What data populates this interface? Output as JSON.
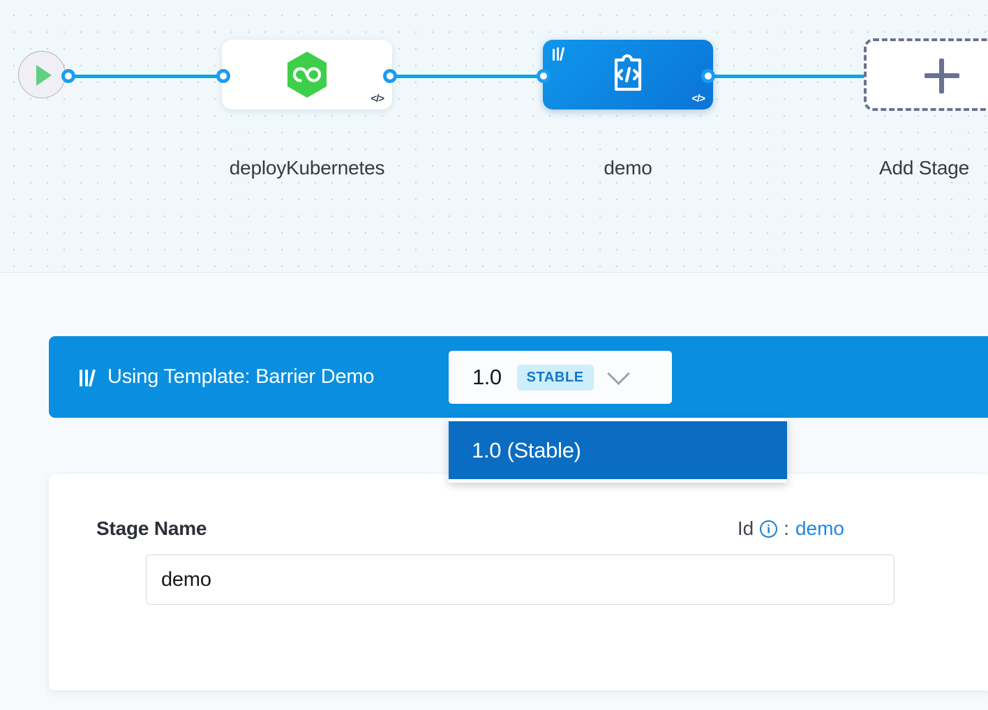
{
  "canvas": {
    "start_node": {
      "icon": "play-icon"
    },
    "nodes": [
      {
        "label": "deployKubernetes",
        "icon": "kubernetes-hexagon-icon",
        "corner_icon": "code-icon",
        "selected": false
      },
      {
        "label": "demo",
        "icon": "template-puzzle-code-icon",
        "corner_icon": "code-icon",
        "template_icon": "template-library-icon",
        "selected": true
      }
    ],
    "add_stage": {
      "label": "Add Stage",
      "icon": "plus-icon"
    }
  },
  "template_bar": {
    "icon": "template-library-icon",
    "text": "Using Template: Barrier Demo",
    "version_selector": {
      "version": "1.0",
      "badge": "STABLE",
      "chevron_icon": "chevron-down-icon"
    },
    "dropdown": {
      "open": true,
      "options": [
        {
          "label": "1.0 (Stable)",
          "selected": true
        }
      ]
    }
  },
  "detail_panel": {
    "stage_name_label": "Stage Name",
    "id_label": "Id",
    "id_info_icon": "info-icon",
    "id_separator": ":",
    "id_value": "demo",
    "stage_name_value": "demo",
    "stage_name_placeholder": "Stage Name"
  },
  "colors": {
    "accent_blue": "#0a8fe0",
    "dropdown_selected": "#0b6dc2",
    "badge_bg": "#cdeefb",
    "badge_text": "#1476c6",
    "node_green": "#3ecf4a",
    "edge_blue": "#0ba5ec",
    "canvas_bg": "#f0f8fb",
    "panel_bg": "#f7fafc"
  }
}
